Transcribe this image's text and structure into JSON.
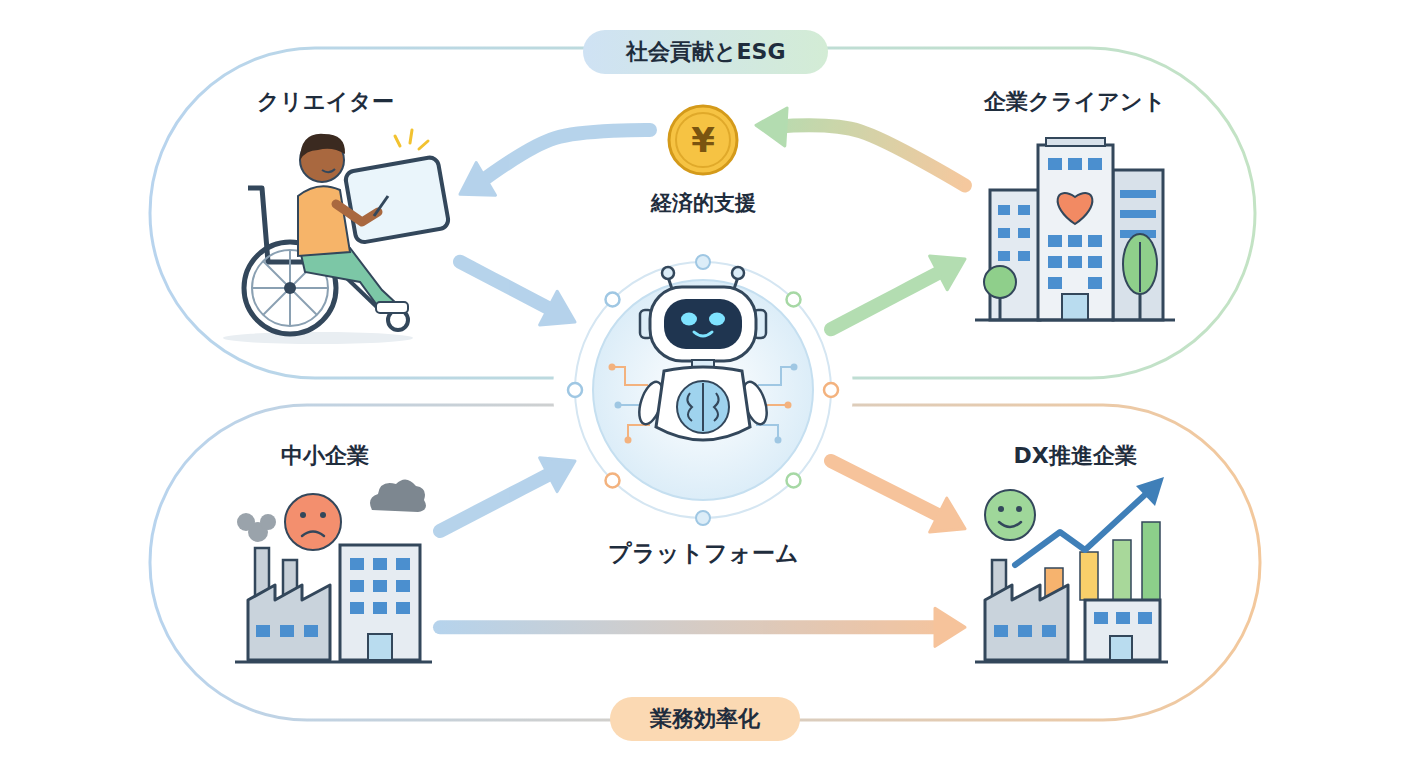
{
  "diagram": {
    "nodes": [
      {
        "text": [
          "社会貢献とESG"
        ]
      },
      {
        "text": [
          "クリエイター"
        ]
      },
      {
        "text": [
          "¥",
          "経済的支援"
        ]
      },
      {
        "text": [
          "企業クライアント"
        ]
      },
      {
        "text": [
          "中小企業"
        ]
      },
      {
        "text": [
          "プラットフォーム"
        ]
      },
      {
        "text": [
          "DX推進企業"
        ]
      },
      {
        "text": [
          "業務効率化"
        ]
      }
    ],
    "edges": [
      {
        "from": 3,
        "to": 2,
        "arrow": "to"
      },
      {
        "from": 2,
        "to": 1,
        "arrow": "to"
      },
      {
        "from": 1,
        "to": 5,
        "arrow": "to"
      },
      {
        "from": 5,
        "to": 3,
        "arrow": "to"
      },
      {
        "from": 4,
        "to": 5,
        "arrow": "to"
      },
      {
        "from": 5,
        "to": 6,
        "arrow": "to"
      },
      {
        "from": 4,
        "to": 6,
        "arrow": "to"
      }
    ]
  }
}
